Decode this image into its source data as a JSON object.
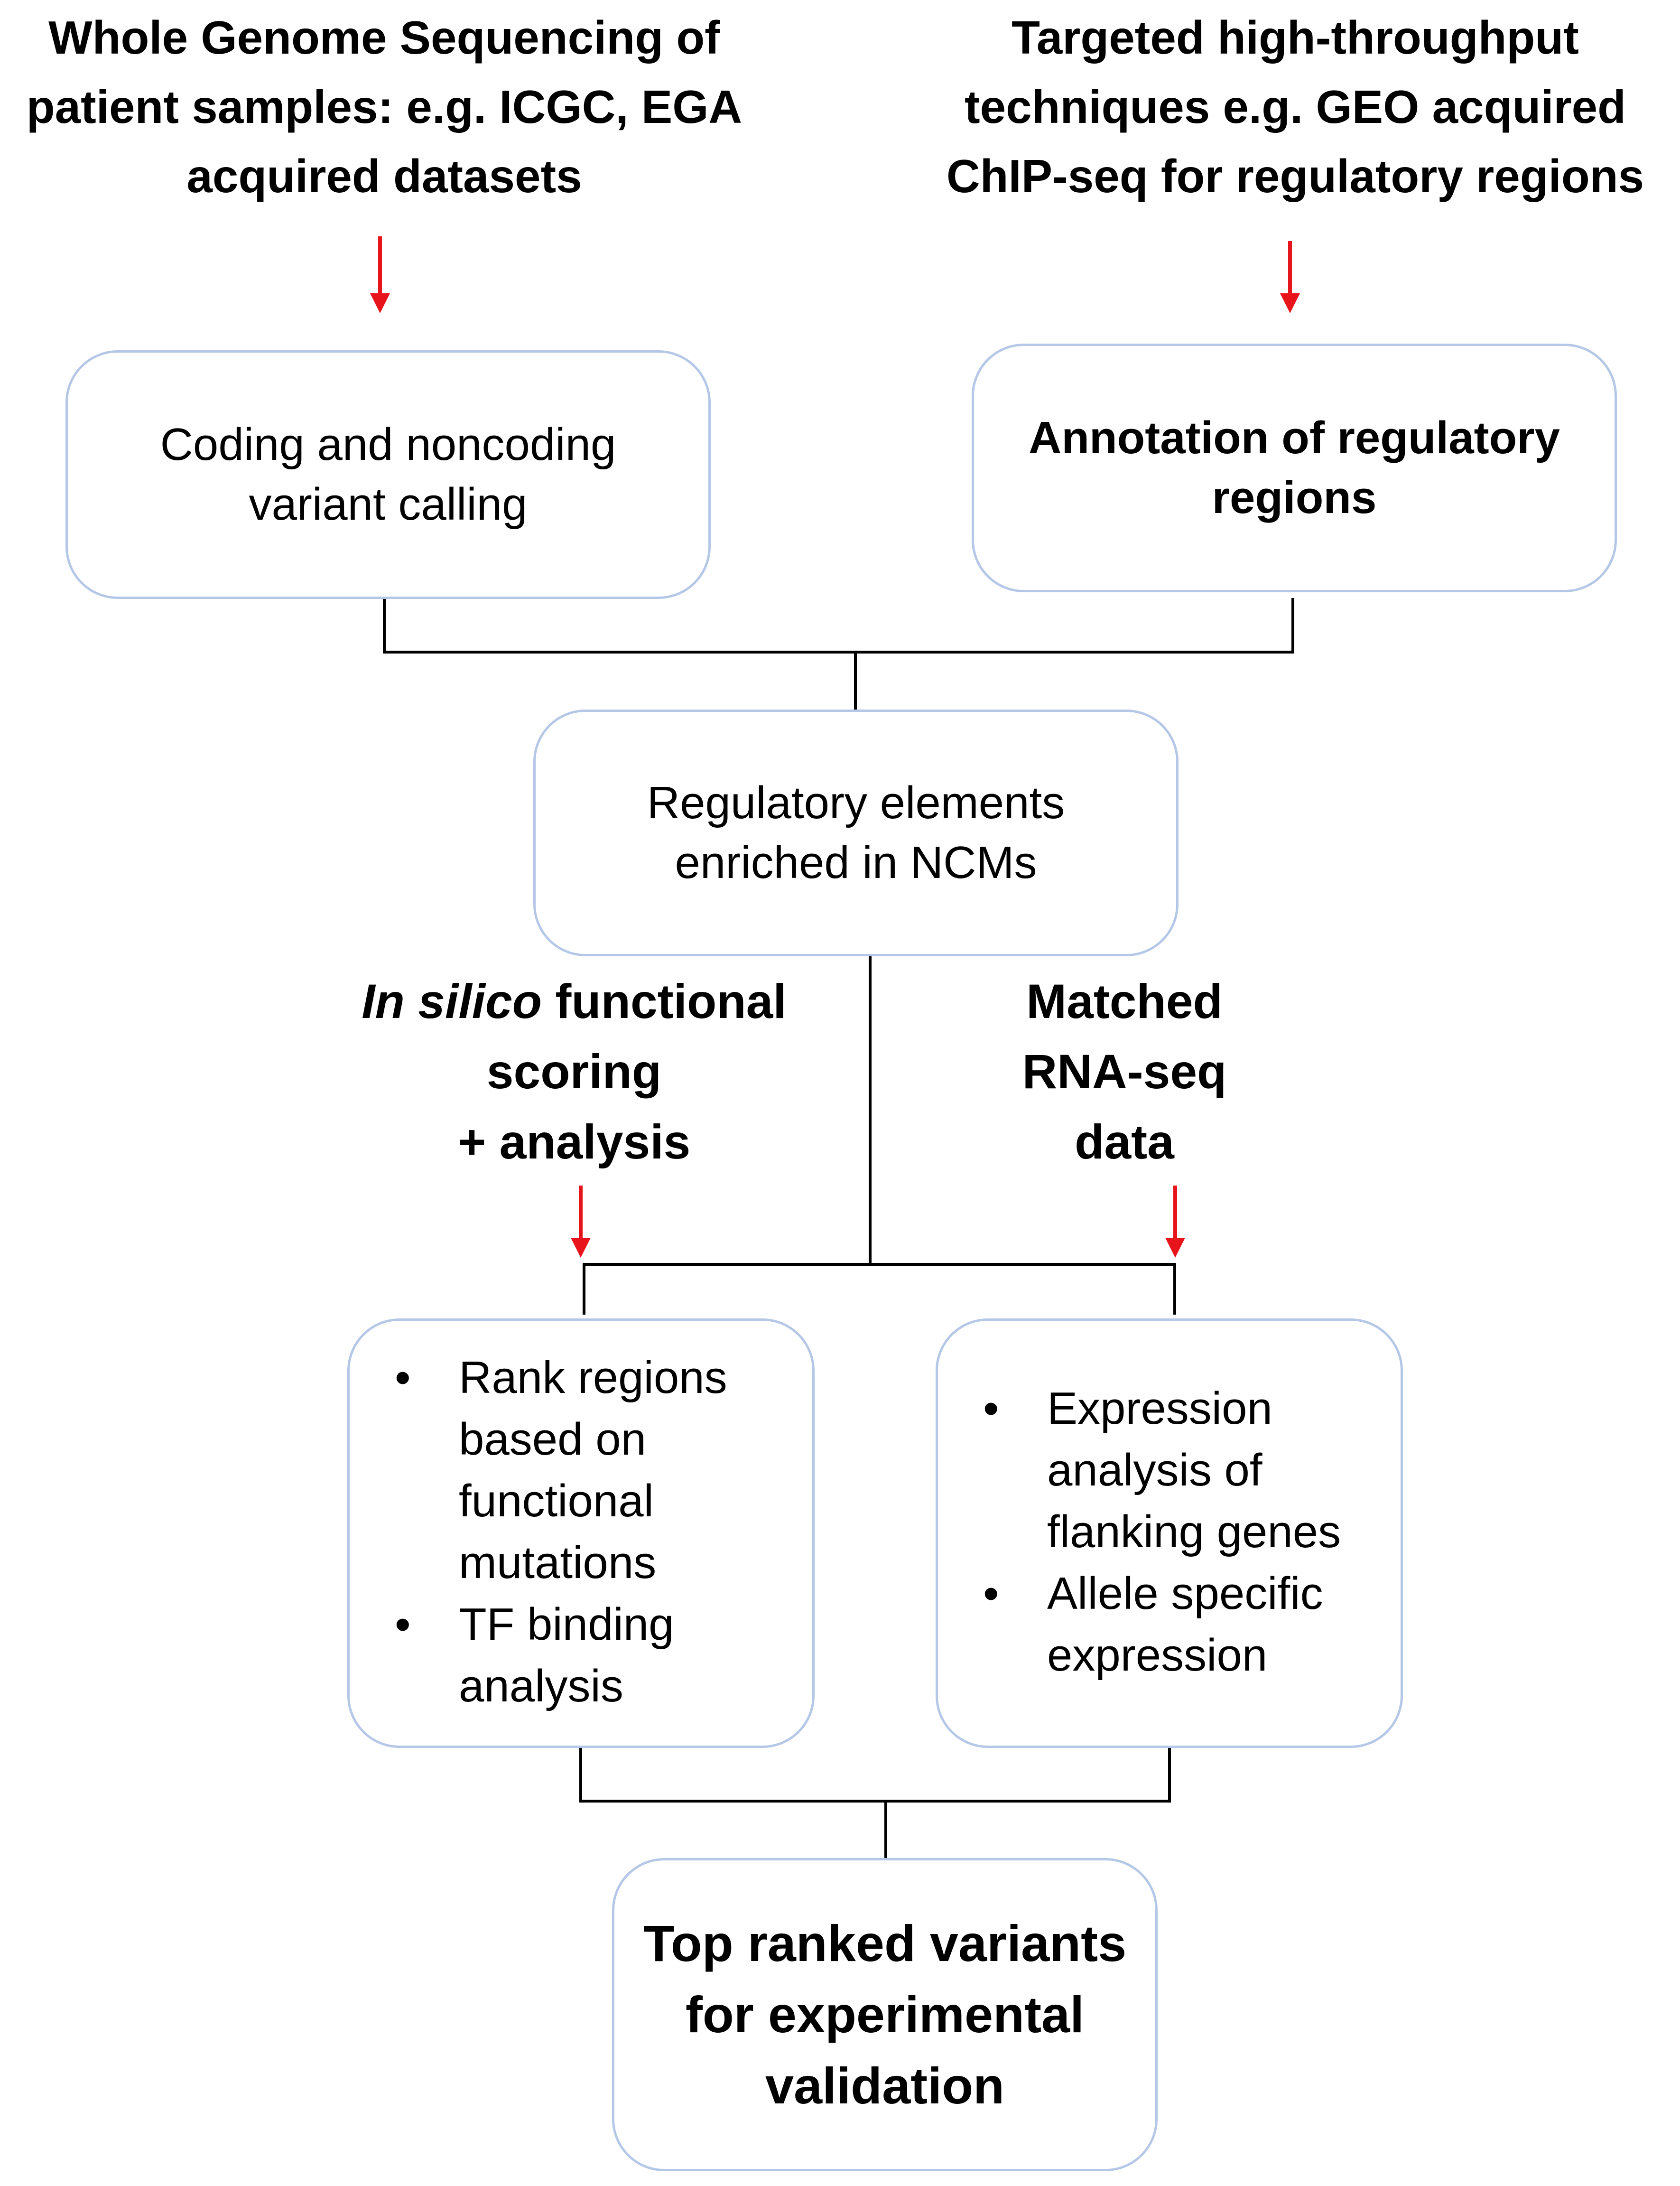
{
  "headings": {
    "left": [
      "Whole Genome Sequencing of",
      "patient samples: e.g. ICGC, EGA",
      "acquired datasets"
    ],
    "right": [
      "Targeted high-throughput",
      "techniques e.g. GEO acquired",
      "ChIP-seq for regulatory regions"
    ]
  },
  "boxes": {
    "variant_calling": [
      "Coding  and noncoding",
      "variant calling"
    ],
    "annotation": [
      "Annotation of regulatory",
      "regions"
    ],
    "regulatory_elements": [
      "Regulatory elements",
      "enriched in NCMs"
    ],
    "final": [
      "Top ranked variants",
      "for experimental",
      "validation"
    ]
  },
  "branch_labels": {
    "in_silico": {
      "italic_part": "In silico",
      "rest": "functional",
      "line2": "scoring",
      "line3": "+ analysis"
    },
    "rna_seq": [
      "Matched",
      "RNA-seq",
      "data"
    ]
  },
  "lists": {
    "functional": [
      [
        "Rank regions",
        "based on",
        "functional",
        "mutations"
      ],
      [
        "TF binding",
        "analysis"
      ]
    ],
    "expression": [
      [
        "Expression",
        "analysis of",
        "flanking genes"
      ],
      [
        "Allele specific",
        "expression"
      ]
    ],
    "bullet": "•"
  },
  "colors": {
    "arrow": "#e8141c",
    "connector": "#000000",
    "box_border": "#b4c7e7"
  }
}
